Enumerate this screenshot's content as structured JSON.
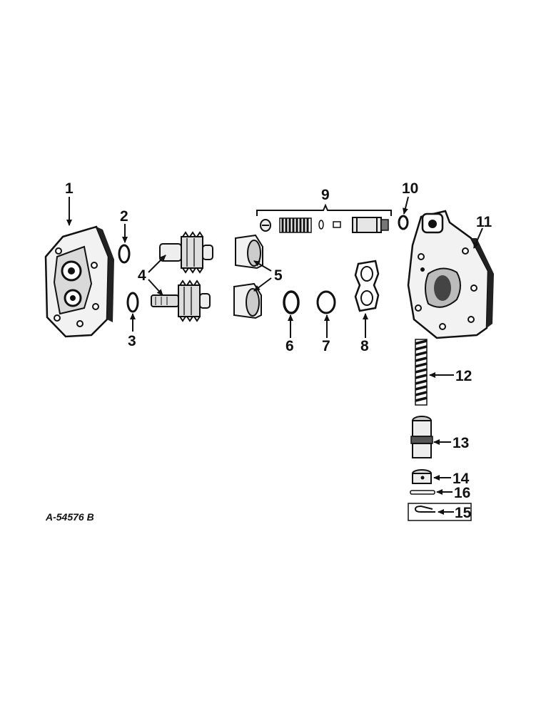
{
  "callouts": {
    "c1": "1",
    "c2": "2",
    "c3": "3",
    "c4": "4",
    "c5": "5",
    "c6": "6",
    "c7": "7",
    "c8": "8",
    "c9": "9",
    "c10": "10",
    "c11": "11",
    "c12": "12",
    "c13": "13",
    "c14": "14",
    "c15": "15",
    "c16": "16"
  },
  "figure_id": "A-54576 B"
}
